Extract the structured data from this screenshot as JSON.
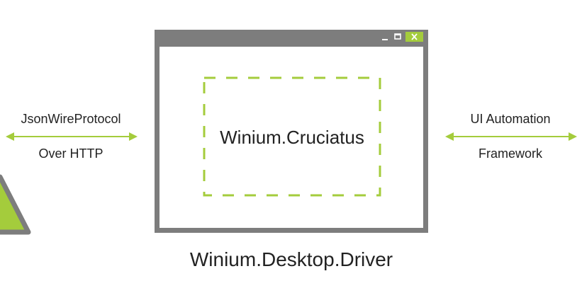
{
  "left_connection": {
    "line1": "JsonWireProtocol",
    "line2": "Over HTTP"
  },
  "right_connection": {
    "line1": "UI Automation",
    "line2": "Framework"
  },
  "inner_component": {
    "label": "Winium.Cruciatus"
  },
  "window": {
    "caption": "Winium.Desktop.Driver",
    "controls": [
      "minimize-icon",
      "maximize-icon",
      "close-icon"
    ]
  },
  "colors": {
    "accent_green": "#a4cc3c",
    "frame_gray": "#7d7d7d",
    "text": "#222222"
  }
}
